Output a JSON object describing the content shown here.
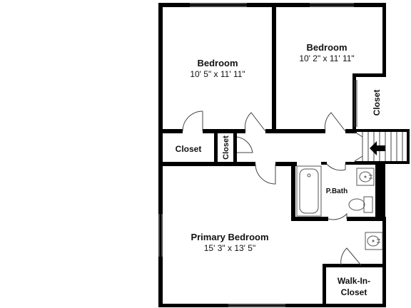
{
  "rooms": {
    "bedroom_left": {
      "name": "Bedroom",
      "dims": "10' 5\" x 11' 11\""
    },
    "bedroom_right": {
      "name": "Bedroom",
      "dims": "10' 2\" x 11' 11\""
    },
    "closet_right": {
      "name": "Closet"
    },
    "closet_hall": {
      "name": "Closet"
    },
    "closet_small": {
      "name": "Closet"
    },
    "bath": {
      "name": "P.Bath"
    },
    "primary": {
      "name": "Primary Bedroom",
      "dims": "15' 3\" x 13' 5\""
    },
    "walkin": {
      "line1": "Walk-In-",
      "line2": "Closet"
    }
  },
  "colors": {
    "wall": "#000000",
    "fixture": "#555555",
    "background": "#ffffff"
  },
  "icons": {
    "stairs": "stairs-arrow-left-icon"
  }
}
